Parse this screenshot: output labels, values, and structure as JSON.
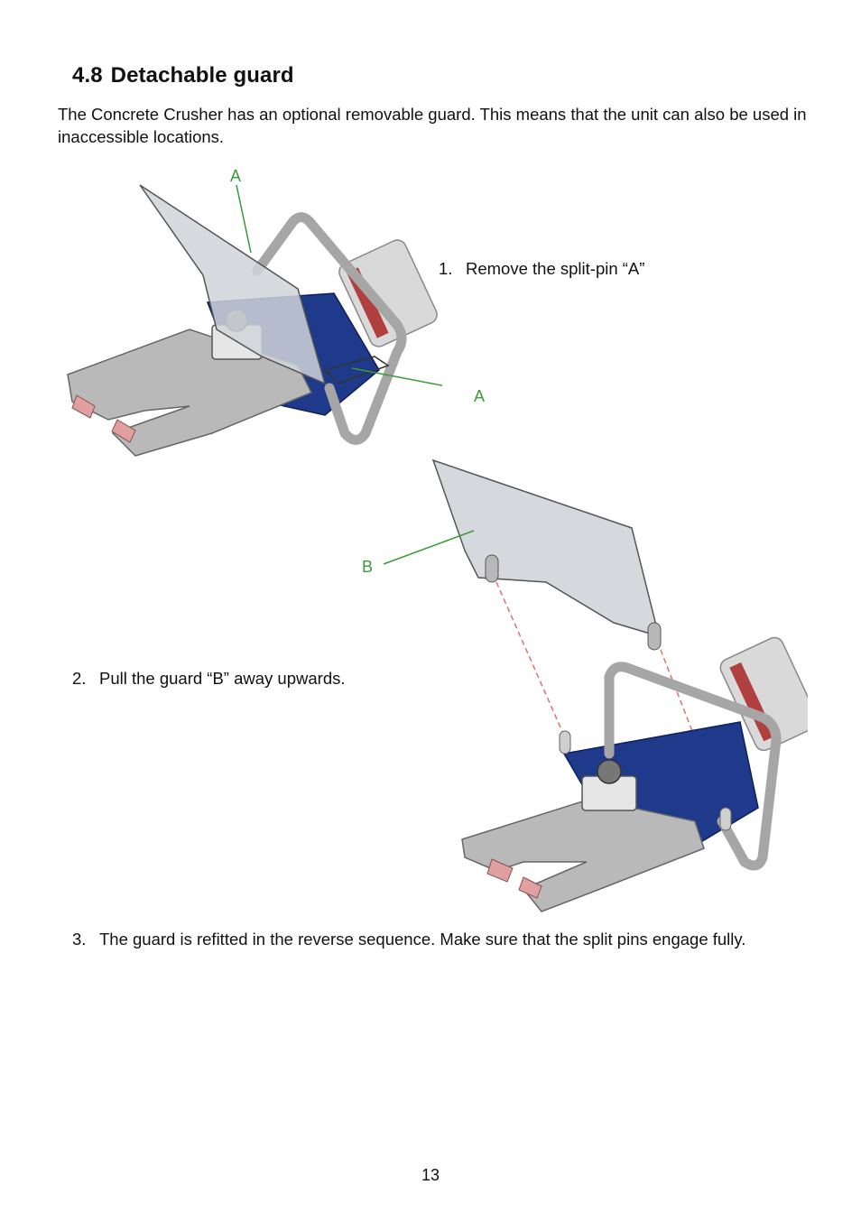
{
  "section": {
    "number": "4.8",
    "title": "Detachable guard"
  },
  "intro": "The Concrete Crusher has an optional removable guard. This means that the unit can also be used in inaccessible locations.",
  "figure1": {
    "callout_top": "A",
    "callout_side": "A",
    "accent_green": "#3a9a3a",
    "cylinder_blue": "#1f3a8a"
  },
  "figure2": {
    "callout": "B"
  },
  "steps": [
    {
      "n": "1.",
      "text": "Remove the split-pin “A”"
    },
    {
      "n": "2.",
      "text": "Pull the guard “B” away upwards."
    },
    {
      "n": "3.",
      "text": "The guard is refitted in the reverse sequence. Make sure that the split pins engage fully."
    }
  ],
  "page_number": "13"
}
